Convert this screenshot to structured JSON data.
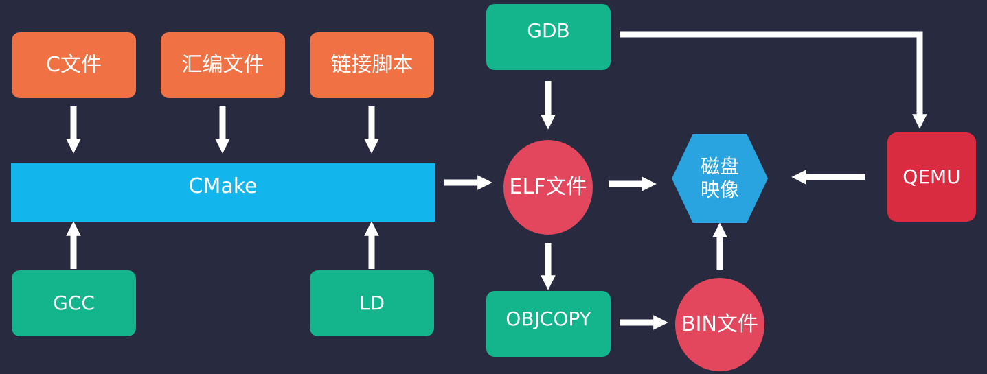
{
  "colors": {
    "background": "#282b3f",
    "source_box": "#f07244",
    "tool_box": "#14b58c",
    "emulator_box": "#da2c40",
    "build_bar": "#12b5ec",
    "file_circle": "#e2475d",
    "image_hex": "#2aa3e1",
    "arrow": "#ffffff"
  },
  "nodes": {
    "c_file": "C文件",
    "asm_file": "汇编文件",
    "link_script": "链接脚本",
    "cmake": "CMake",
    "gcc": "GCC",
    "ld": "LD",
    "gdb": "GDB",
    "elf_file": "ELF文件",
    "objcopy": "OBJCOPY",
    "bin_file": "BIN文件",
    "disk_image_line1": "磁盘",
    "disk_image_line2": "映像",
    "qemu": "QEMU"
  },
  "edges": [
    {
      "from": "C文件",
      "to": "CMake"
    },
    {
      "from": "汇编文件",
      "to": "CMake"
    },
    {
      "from": "链接脚本",
      "to": "CMake"
    },
    {
      "from": "GCC",
      "to": "CMake"
    },
    {
      "from": "LD",
      "to": "CMake"
    },
    {
      "from": "CMake",
      "to": "ELF文件"
    },
    {
      "from": "GDB",
      "to": "ELF文件"
    },
    {
      "from": "GDB",
      "to": "QEMU"
    },
    {
      "from": "ELF文件",
      "to": "磁盘映像"
    },
    {
      "from": "ELF文件",
      "to": "OBJCOPY"
    },
    {
      "from": "OBJCOPY",
      "to": "BIN文件"
    },
    {
      "from": "BIN文件",
      "to": "磁盘映像"
    },
    {
      "from": "QEMU",
      "to": "磁盘映像"
    }
  ]
}
